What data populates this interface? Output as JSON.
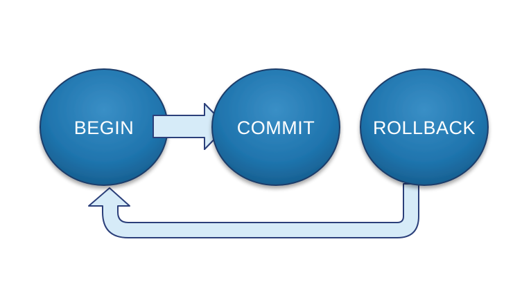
{
  "diagram": {
    "nodes": {
      "begin": {
        "label": "BEGIN"
      },
      "commit": {
        "label": "COMMIT"
      },
      "rollback": {
        "label": "ROLLBACK"
      }
    },
    "colors": {
      "node_fill": "#1f74ad",
      "node_fill_light": "#3a8fc6",
      "node_fill_dark": "#175f90",
      "node_border": "#1c3d6b",
      "arrow_fill": "#d6ebf8",
      "arrow_border": "#2b3f7a",
      "label": "#ffffff"
    }
  }
}
